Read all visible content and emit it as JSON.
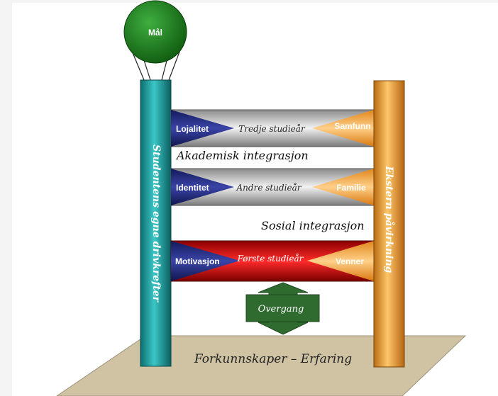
{
  "goal": {
    "label": "Mål"
  },
  "pillars": {
    "left": {
      "label": "Studentens egne drivkrefter"
    },
    "right": {
      "label": "Ekstern påvirkning"
    }
  },
  "bars": [
    {
      "left_label": "Lojalitet",
      "center_label": "Tredje studieår",
      "right_label": "Samfunn"
    },
    {
      "left_label": "Identitet",
      "center_label": "Andre studieår",
      "right_label": "Familie"
    },
    {
      "left_label": "Motivasjon",
      "center_label": "Første studieår",
      "right_label": "Venner"
    }
  ],
  "integrations": {
    "academic": "Akademisk integrasjon",
    "social": "Sosial integrasjon"
  },
  "transition": {
    "label": "Overgang"
  },
  "ground": {
    "label": "Forkunnskaper – Erfaring"
  },
  "colors": {
    "balloon": "#1f7a1f",
    "left_pillar": "#1aa3a3",
    "right_pillar": "#e8962a",
    "bar_top": "#bdbdbd",
    "bar_bottom": "#d01010",
    "navy_triangle": "#232b7a",
    "orange_triangle": "#f2a33a",
    "arrow": "#2f6b2f",
    "ground": "#cfc3a4"
  }
}
